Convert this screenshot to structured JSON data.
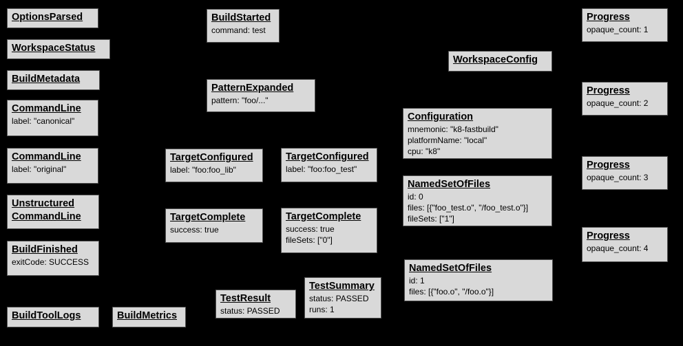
{
  "diagram": {
    "description": "Bazel Build Event Protocol event graph",
    "background_color": "#000000",
    "node_fill_color": "#d9d9d9",
    "node_border_color": "#545454",
    "node_text_color": "#000000"
  },
  "nodes": {
    "options_parsed": {
      "title": "OptionsParsed",
      "lines": []
    },
    "workspace_status": {
      "title": "WorkspaceStatus",
      "lines": []
    },
    "build_metadata": {
      "title": "BuildMetadata",
      "lines": []
    },
    "command_line_canonical": {
      "title": "CommandLine",
      "lines": [
        "label: \"canonical\""
      ]
    },
    "command_line_original": {
      "title": "CommandLine",
      "lines": [
        "label: \"original\""
      ]
    },
    "unstructured_command_line": {
      "title": "Unstructured",
      "title2": "CommandLine",
      "lines": []
    },
    "build_finished": {
      "title": "BuildFinished",
      "lines": [
        "exitCode: SUCCESS"
      ]
    },
    "build_tool_logs": {
      "title": "BuildToolLogs",
      "lines": []
    },
    "build_metrics": {
      "title": "BuildMetrics",
      "lines": []
    },
    "build_started": {
      "title": "BuildStarted",
      "lines": [
        "command: test"
      ]
    },
    "pattern_expanded": {
      "title": "PatternExpanded",
      "lines": [
        "pattern: \"foo/...\""
      ]
    },
    "target_configured_foo_lib": {
      "title": "TargetConfigured",
      "lines": [
        "label: \"foo:foo_lib\""
      ]
    },
    "target_configured_foo_test": {
      "title": "TargetConfigured",
      "lines": [
        "label: \"foo:foo_test\""
      ]
    },
    "target_complete_foo_lib": {
      "title": "TargetComplete",
      "lines": [
        "success: true"
      ]
    },
    "target_complete_foo_test": {
      "title": "TargetComplete",
      "lines": [
        "success: true",
        "fileSets: [\"0\"]"
      ]
    },
    "test_result": {
      "title": "TestResult",
      "lines": [
        "status: PASSED"
      ]
    },
    "test_summary": {
      "title": "TestSummary",
      "lines": [
        "status: PASSED",
        "runs: 1"
      ]
    },
    "workspace_config": {
      "title": "WorkspaceConfig",
      "lines": []
    },
    "configuration": {
      "title": "Configuration",
      "lines": [
        "mnemonic: \"k8-fastbuild\"",
        "platformName: \"local\"",
        "cpu: \"k8\""
      ]
    },
    "named_set_of_files_0": {
      "title": "NamedSetOfFiles",
      "lines": [
        "id: 0",
        "files: [{\"foo_test.o\", \"/foo_test.o\"}]",
        "fileSets: [\"1\"]"
      ]
    },
    "named_set_of_files_1": {
      "title": "NamedSetOfFiles",
      "lines": [
        "id: 1",
        "files: [{\"foo.o\", \"/foo.o\"}]"
      ]
    },
    "progress_1": {
      "title": "Progress",
      "lines": [
        "opaque_count: 1"
      ]
    },
    "progress_2": {
      "title": "Progress",
      "lines": [
        "opaque_count: 2"
      ]
    },
    "progress_3": {
      "title": "Progress",
      "lines": [
        "opaque_count: 3"
      ]
    },
    "progress_4": {
      "title": "Progress",
      "lines": [
        "opaque_count: 4"
      ]
    }
  }
}
